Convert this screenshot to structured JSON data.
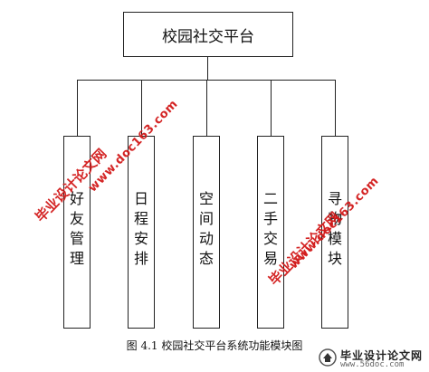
{
  "diagram": {
    "root": "校园社交平台",
    "modules": [
      {
        "id": "friends",
        "label": [
          "好",
          "友",
          "管",
          "理"
        ]
      },
      {
        "id": "schedule",
        "label": [
          "日",
          "程",
          "安",
          "排"
        ]
      },
      {
        "id": "space",
        "label": [
          "空",
          "间",
          "动",
          "态"
        ]
      },
      {
        "id": "trade",
        "label": [
          "二",
          "手",
          "交",
          "易"
        ]
      },
      {
        "id": "lost",
        "label": [
          "寻",
          "物",
          "模",
          "块"
        ]
      }
    ],
    "caption": "图 4.1 校园社交平台系统功能模块图"
  },
  "watermarks": {
    "text_cn": "毕业设计论文网",
    "text_url": "www.doc163.com"
  },
  "logo": {
    "title": "毕业设计论文网",
    "url": "www.56doc.com"
  },
  "colors": {
    "watermark": "#d21a1a",
    "line": "#222222"
  }
}
